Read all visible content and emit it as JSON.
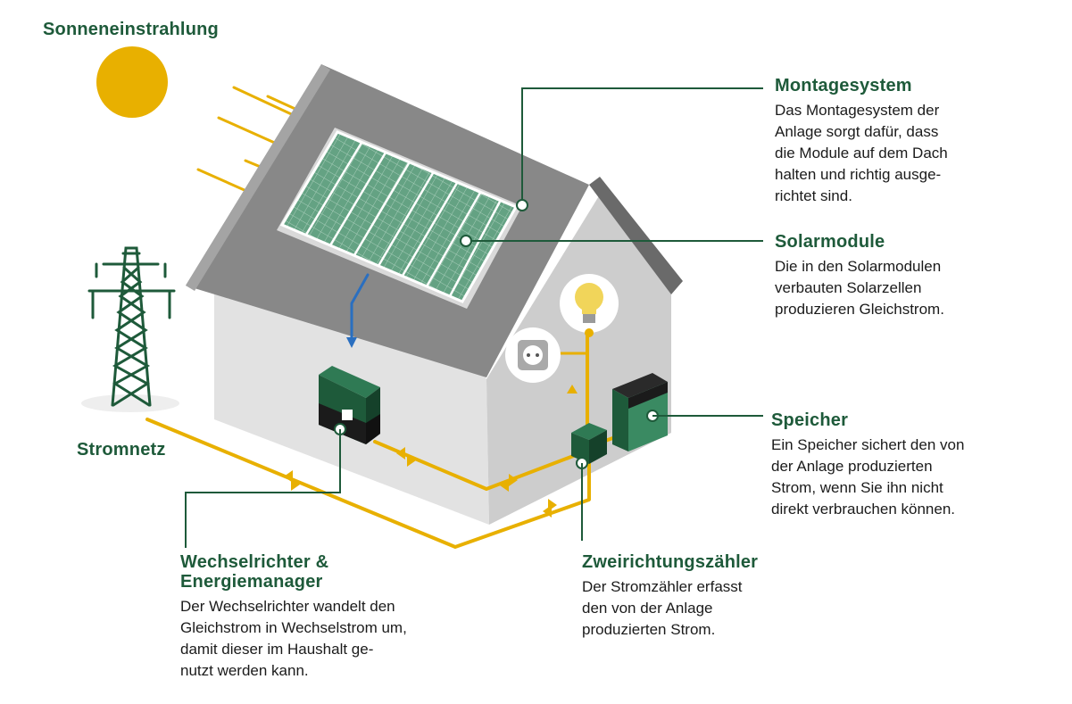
{
  "labels": {
    "sun": "Sonneneinstrahlung",
    "grid": "Stromnetz"
  },
  "callouts": {
    "mounting": {
      "title": "Montagesystem",
      "text": "Das Montagesystem der\nAnlage sorgt dafür, dass\ndie Module auf dem Dach\nhalten und richtig ausge-\nrichtet sind."
    },
    "modules": {
      "title": "Solarmodule",
      "text": "Die in den Solarmodulen\nverbauten Solarzellen\nproduzieren Gleichstrom."
    },
    "storage": {
      "title": "Speicher",
      "text": "Ein Speicher sichert den von\nder Anlage produzierten\nStrom, wenn Sie ihn nicht\ndirekt verbrauchen können."
    },
    "meter": {
      "title": "Zweirichtungszähler",
      "text": "Der Stromzähler erfasst\nden von der Anlage\n produzierten Strom."
    },
    "inverter": {
      "title_line1": "Wechselrichter &",
      "title_line2": "Energiemanager",
      "text": "Der Wechselrichter wandelt den\nGleichstrom in Wechselstrom um,\ndamit dieser im Haushalt ge-\nnutzt werden kann."
    }
  },
  "colors": {
    "brand_green": "#1e5a3a",
    "sun_yellow": "#e8b000",
    "cable_yellow": "#e8b000",
    "dc_blue": "#2a6fc0",
    "roof_gray": "#888888",
    "wall_light": "#e2e2e2",
    "panel_green": "#5e9b7c"
  },
  "icons": [
    "sun-icon",
    "power-pylon-icon",
    "light-bulb-icon",
    "power-socket-icon"
  ]
}
